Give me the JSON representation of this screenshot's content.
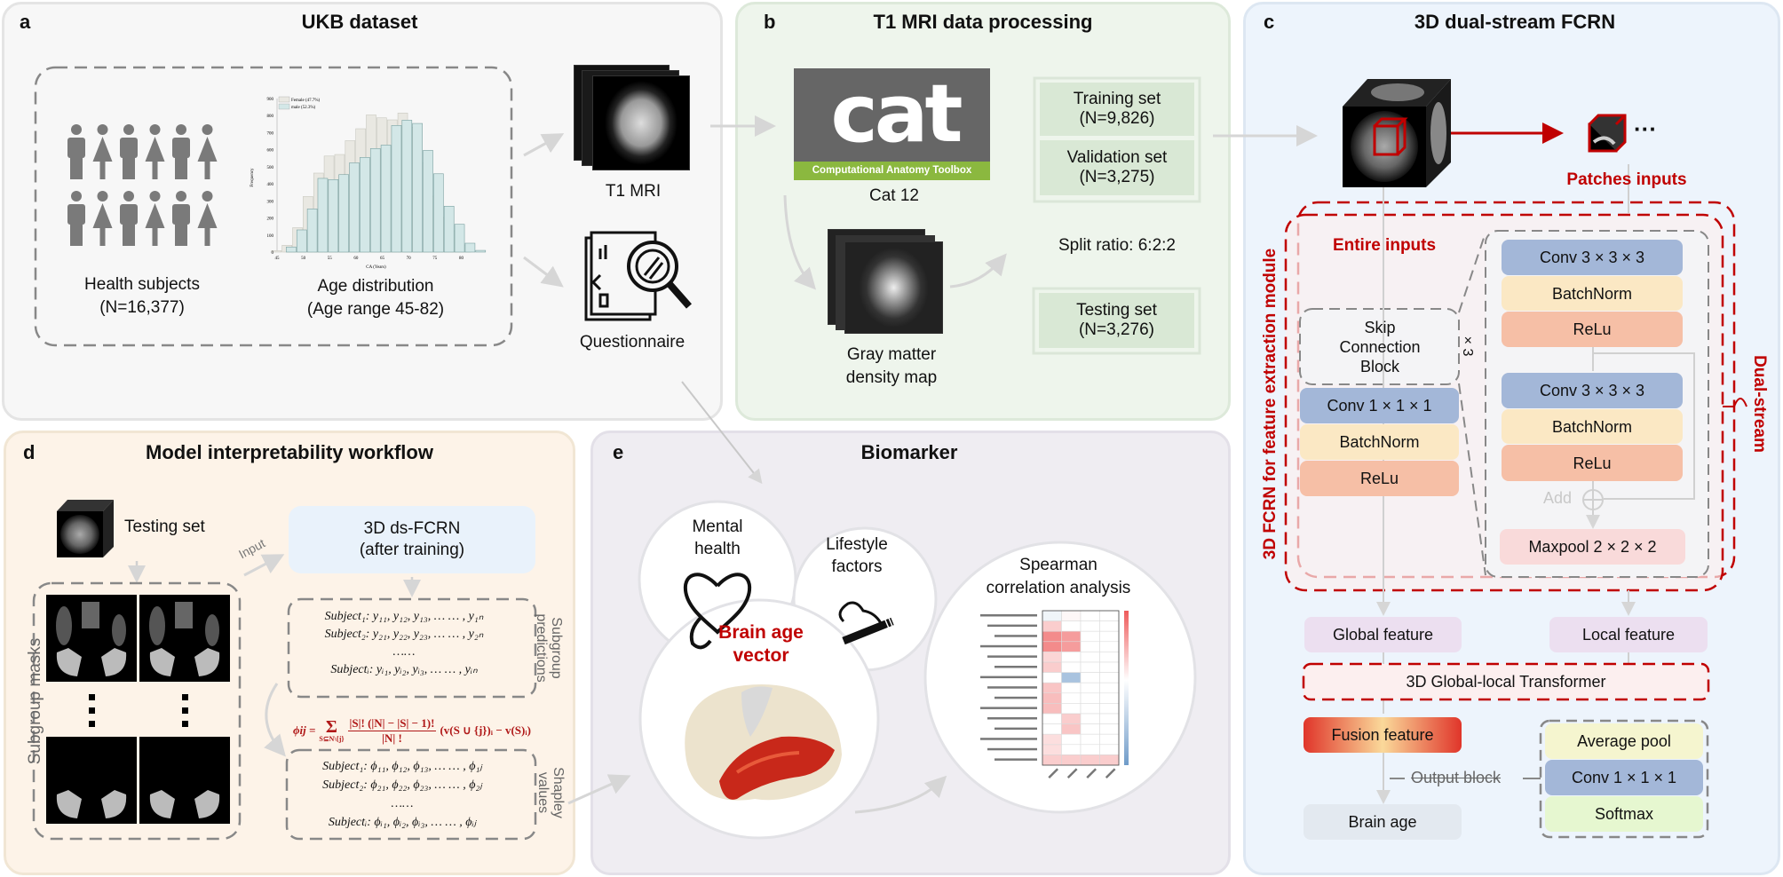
{
  "panel_a": {
    "letter": "a",
    "title": "UKB dataset",
    "subjects_label": "Health subjects",
    "subjects_n": "(N=16,377)",
    "age_label": "Age distribution",
    "age_range": "(Age range 45-82)",
    "t1_label": "T1 MRI",
    "questionnaire_label": "Questionnaire",
    "people_icon": "person-icon"
  },
  "chart_data": {
    "type": "bar",
    "title": "",
    "xlabel": "CA (Years)",
    "ylabel": "Frequency",
    "categories": [
      45,
      47,
      49,
      51,
      53,
      55,
      57,
      59,
      61,
      63,
      65,
      67,
      69,
      71,
      73,
      75,
      77,
      79,
      81,
      83
    ],
    "x_ticks": [
      45,
      50,
      55,
      60,
      65,
      70,
      75,
      80
    ],
    "y_ticks": [
      0,
      100,
      200,
      300,
      400,
      500,
      600,
      700,
      800,
      900
    ],
    "ylim": [
      0,
      900
    ],
    "legend": "top-left",
    "series": [
      {
        "name": "Female (47.7%)",
        "color": "#e9e8e2",
        "values": [
          8,
          40,
          143,
          326,
          463,
          563,
          572,
          653,
          723,
          804,
          787,
          775,
          815,
          731,
          523,
          328,
          203,
          125,
          38,
          0
        ]
      },
      {
        "name": "male (52.3%)",
        "color": "#d3e7e7",
        "values": [
          0,
          30,
          130,
          253,
          432,
          425,
          454,
          523,
          555,
          607,
          627,
          742,
          773,
          754,
          596,
          459,
          269,
          163,
          52,
          10
        ]
      }
    ]
  },
  "panel_b": {
    "letter": "b",
    "title": "T1 MRI data processing",
    "cat_logo": "cat",
    "cat_toolbox": "Computational Anatomy Toolbox",
    "cat_label": "Cat 12",
    "gm_label1": "Gray matter",
    "gm_label2": "density map",
    "split": "Split ratio: 6:2:2",
    "training": "Training set",
    "training_n": "(N=9,826)",
    "validation": "Validation set",
    "validation_n": "(N=3,275)",
    "testing": "Testing set",
    "testing_n": "(N=3,276)"
  },
  "panel_c": {
    "letter": "c",
    "title": "3D dual-stream FCRN",
    "patches": "Patches inputs",
    "dots": "···",
    "entire": "Entire inputs",
    "module": "3D FCRN for feature extraction module",
    "dual": "Dual-stream",
    "skip": "Skip Connection Block",
    "times3": "× 3",
    "conv1": "Conv 1 × 1 × 1",
    "bn": "BatchNorm",
    "relu": "ReLu",
    "conv3": "Conv 3 × 3 × 3",
    "add": "Add",
    "maxpool": "Maxpool 2 × 2 × 2",
    "global": "Global feature",
    "local": "Local feature",
    "transformer": "3D Global-local Transformer",
    "fusion": "Fusion feature",
    "output": "Output block",
    "brain_age": "Brain age",
    "avgpool": "Average pool",
    "softmax": "Softmax"
  },
  "panel_d": {
    "letter": "d",
    "title": "Model interpretability workflow",
    "testing": "Testing set",
    "input": "Input",
    "model1": "3D ds-FCRN",
    "model2": "(after training)",
    "masks": "Subgroup masks",
    "predictions": "Subgroup predictions",
    "shapley": "Shapley values",
    "pred_rows": [
      "Subject₁: y₁₁, y₁₂, y₁₃, … … , y₁ₙ",
      "Subject₂: y₂₁, y₂₂, y₂₃, … … , y₂ₙ",
      "……",
      "Subjectᵢ: yᵢ₁, yᵢ₂, yᵢ₃, … … , yᵢₙ"
    ],
    "formula": "ϕᵢⱼ = Σ_{S⊆N∖{j}} |S|! (|N| − |S| − 1)! / |N|! (v(S ∪ {j})ᵢ − v(S)ᵢ)",
    "formula_lhs": "ϕij =",
    "formula_sum": "Σ",
    "formula_sub": "S⊆N\\{j}",
    "formula_num": "|S|! (|N| − |S| − 1)!",
    "formula_den": "|N| !",
    "formula_rhs": "(v(S ∪ {j})ᵢ − v(S)ᵢ)",
    "shap_rows": [
      "Subject₁: ϕ₁₁, ϕ₁₂, ϕ₁₃, … … , ϕ₁ⱼ",
      "Subject₂: ϕ₂₁, ϕ₂₂, ϕ₂₃, … … , ϕ₂ⱼ",
      "……",
      "Subjectᵢ: ϕᵢ₁, ϕᵢ₂, ϕᵢ₃, … … , ϕᵢⱼ"
    ]
  },
  "panel_e": {
    "letter": "e",
    "title": "Biomarker",
    "mental1": "Mental",
    "mental2": "health",
    "lifestyle1": "Lifestyle",
    "lifestyle2": "factors",
    "brain1": "Brain age",
    "brain2": "vector",
    "spearman1": "Spearman",
    "spearman2": "correlation analysis",
    "heatmap": {
      "rows": 15,
      "cols": 4,
      "cells": [
        [
          -0.1,
          0.05,
          0,
          0
        ],
        [
          0.3,
          0,
          0,
          0
        ],
        [
          0.7,
          0.6,
          0,
          0
        ],
        [
          0.7,
          0.6,
          0,
          0
        ],
        [
          0.25,
          0,
          0,
          0
        ],
        [
          0.3,
          0,
          0,
          0
        ],
        [
          0,
          -0.6,
          0,
          0
        ],
        [
          0.35,
          0,
          0,
          0
        ],
        [
          0.4,
          0,
          0,
          0
        ],
        [
          0.4,
          0,
          0,
          0
        ],
        [
          0,
          0.3,
          0,
          0
        ],
        [
          0,
          0.35,
          0,
          0
        ],
        [
          0.2,
          0,
          0,
          0
        ],
        [
          0.2,
          0,
          0,
          0
        ],
        [
          0.3,
          0.3,
          0.3,
          0.3
        ]
      ],
      "positive_color": "#ee5a5a",
      "negative_color": "#6f9bc9"
    }
  },
  "colors": {
    "accent_red": "#c00000",
    "conv": "#a3b7d8",
    "batchnorm": "#fbe8c4",
    "relu": "#f6bfa6",
    "maxpool": "#f9dada",
    "feature": "#ecdff0",
    "avgpool": "#f5f5cf",
    "softmax": "#e6f7d0",
    "brain_age": "#e3e9f0"
  }
}
